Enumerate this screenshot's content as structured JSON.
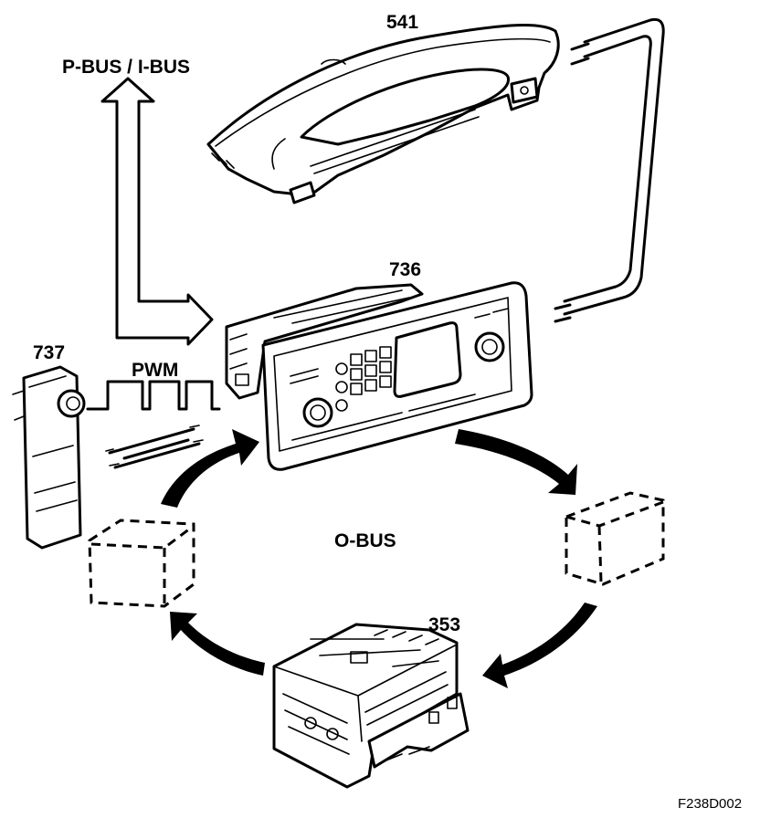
{
  "labels": {
    "bus_top": "P-BUS / I-BUS",
    "pwm": "PWM",
    "obus": "O-BUS",
    "part_541": "541",
    "part_736": "736",
    "part_737": "737",
    "part_353": "353",
    "figure_code": "F238D002"
  }
}
